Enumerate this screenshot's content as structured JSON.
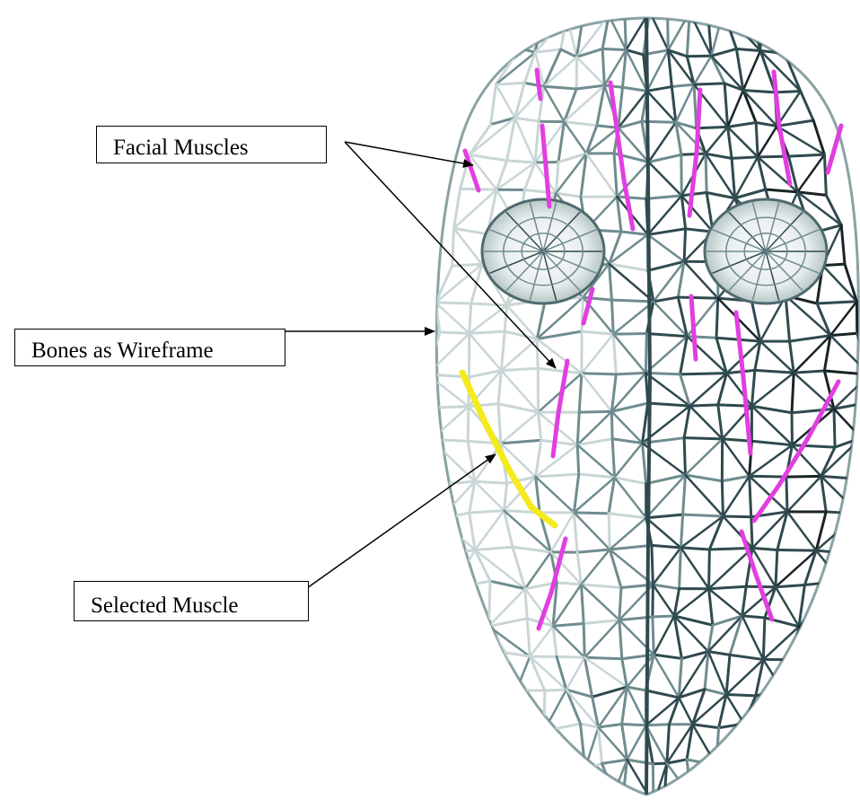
{
  "labels": {
    "facial_muscles": "Facial Muscles",
    "bones_wireframe": "Bones as Wireframe",
    "selected_muscle": "Selected Muscle"
  },
  "colors": {
    "background": "#ffffff",
    "mesh_light": "#c9d6d6",
    "mesh_mid": "#6f8c8f",
    "mesh_dark": "#2f4a4f",
    "mesh_darkest": "#1a2426",
    "muscle": "#e23ee0",
    "selected_muscle": "#f4ea1c",
    "arrow": "#000000"
  }
}
